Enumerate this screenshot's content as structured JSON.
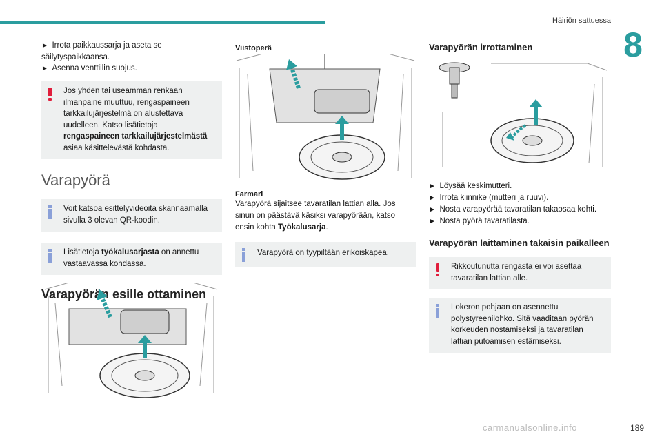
{
  "header": {
    "title": "Häiriön sattuessa",
    "chapter": "8"
  },
  "col1": {
    "bullets": [
      "Irrota paikkaussarja ja aseta se säilytyspaikkaansa.",
      "Asenna venttiilin suojus."
    ],
    "warn1": {
      "pre": "Jos yhden tai useamman renkaan ilmanpaine muuttuu, rengaspaineen tarkkailujärjestelmä on alustettava uudelleen. Katso lisätietoja ",
      "bold": "rengaspaineen tarkkailujärjestelmästä",
      "post": " asiaa käsittelevästä kohdasta."
    },
    "heading_spare": "Varapyörä",
    "info1": "Voit katsoa esittelyvideoita skannaamalla sivulla 3 olevan QR-koodin.",
    "info2": {
      "pre": "Lisätietoja ",
      "bold": "työkalusarjasta",
      "post": " on annettu vastaavassa kohdassa."
    },
    "heading_take_out": "Varapyörän esille ottaminen"
  },
  "col2": {
    "label_hatch": "Viistoperä",
    "label_estate": "Farmari",
    "para_pre": "Varapyörä sijaitsee tavaratilan lattian alla. Jos sinun on päästävä käsiksi varapyörään, katso ensin kohta ",
    "para_bold": "Työkalusarja",
    "para_post": ".",
    "info3": "Varapyörä on tyypiltään erikoiskapea."
  },
  "col3": {
    "heading_remove": "Varapyörän irrottaminen",
    "steps": [
      "Löysää keskimutteri.",
      "Irrota kiinnike (mutteri ja ruuvi).",
      "Nosta varapyörää tavaratilan takaosaa kohti.",
      "Nosta pyörä tavaratilasta."
    ],
    "heading_refit": "Varapyörän laittaminen takaisin paikalleen",
    "warn2": "Rikkoutunutta rengasta ei voi asettaa tavaratilan lattian alle.",
    "info4": "Lokeron pohjaan on asennettu polystyreenilohko. Sitä vaaditaan pyörän korkeuden nostamiseksi ja tavaratilan lattian putoamisen estämiseksi."
  },
  "footer": {
    "page": "189",
    "watermark": "carmanualsonline.info"
  },
  "colors": {
    "accent": "#2a9d9f",
    "warning": "#e01e3c",
    "info": "#8aa0d8",
    "box_bg": "#eef0f0"
  }
}
